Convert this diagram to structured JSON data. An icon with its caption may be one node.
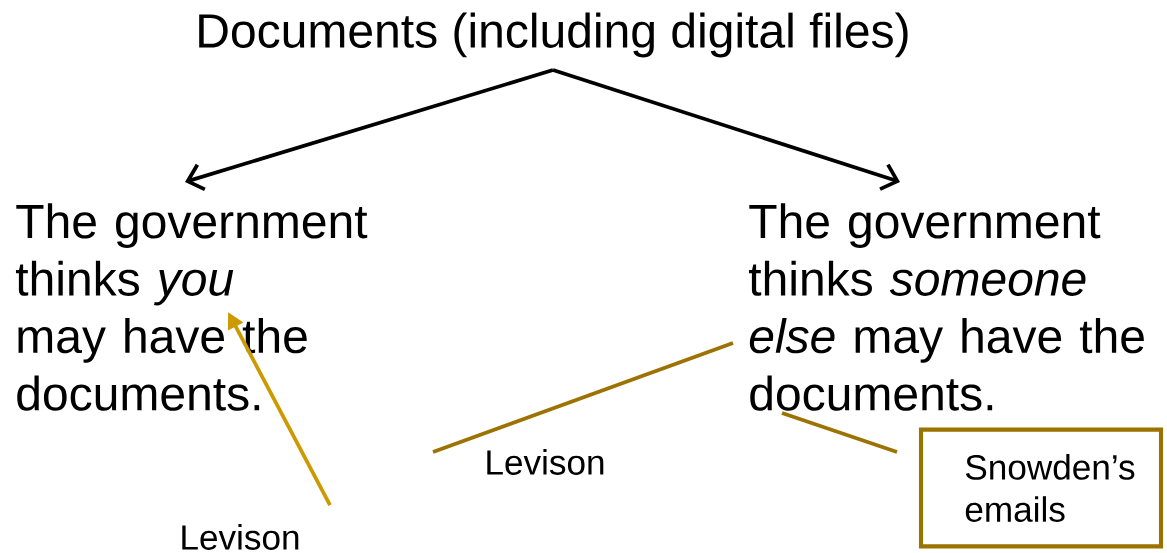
{
  "diagram": {
    "nodes": [
      {
        "text": [
          "Documents (including digital files)"
        ]
      },
      {
        "text": [
          "The government thinks *you* may have the documents."
        ]
      },
      {
        "text": [
          "The government thinks *someone else* may have the documents."
        ]
      },
      {
        "text": [
          "Levison"
        ]
      },
      {
        "text": [
          "Levison"
        ]
      },
      {
        "text": [
          "Snowden’s emails"
        ]
      }
    ],
    "edges": [
      {
        "from": 0,
        "to": 1,
        "arrow": "to"
      },
      {
        "from": 0,
        "to": 2,
        "arrow": "to"
      },
      {
        "from": 3,
        "to": 1,
        "arrow": "to",
        "color": "#cc9900"
      },
      {
        "from": 4,
        "to": 2,
        "arrow": "none",
        "color": "#9c7200"
      },
      {
        "from": 5,
        "to": 2,
        "arrow": "none",
        "color": "#9c7200"
      }
    ]
  }
}
